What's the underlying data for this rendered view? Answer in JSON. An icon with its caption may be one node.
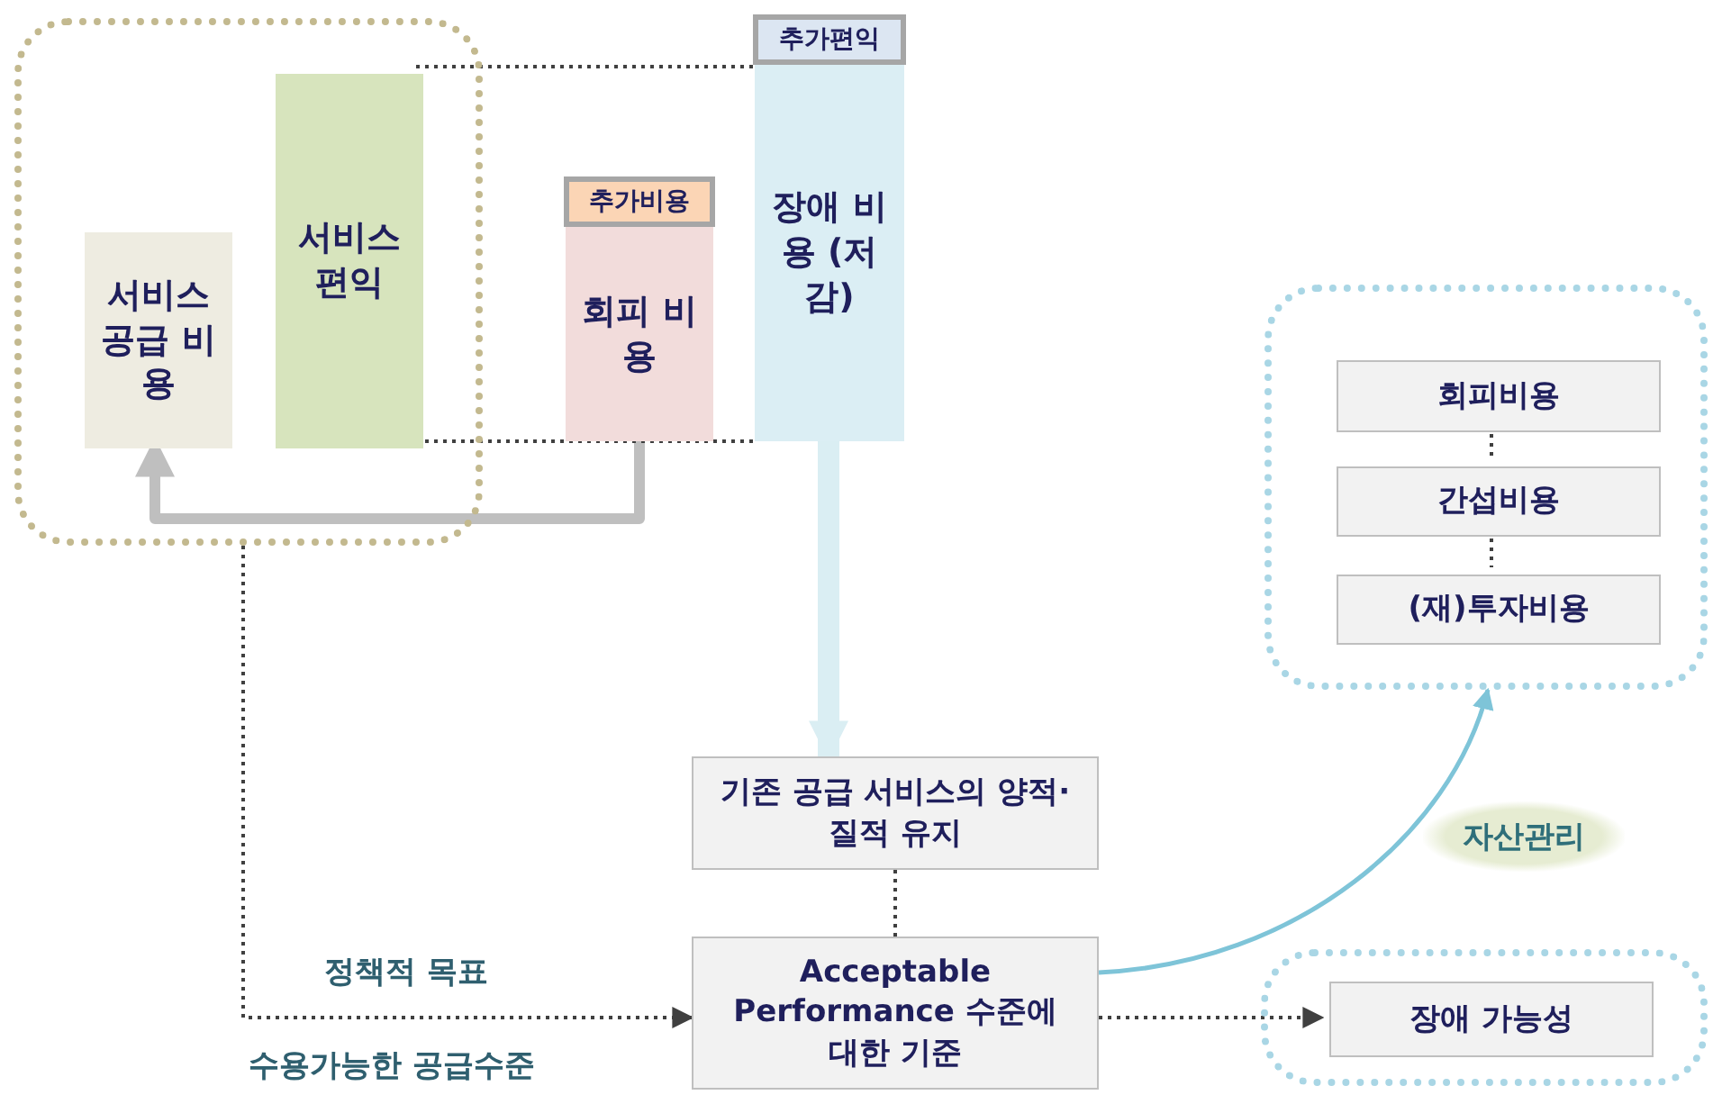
{
  "diagram": {
    "nodes": [
      {
        "text": [],
        "shape": "box"
      },
      {
        "text": [
          "서비스 공급 비용"
        ],
        "in": 0
      },
      {
        "text": [
          "서비스 편익"
        ],
        "in": 0
      },
      {
        "text": [
          "추가비용",
          "회피 비용"
        ]
      },
      {
        "text": [
          "추가편익",
          "장애 비용 (저감)"
        ]
      },
      {
        "text": [
          "기존 공급 서비스의 양적·질적 유지"
        ]
      },
      {
        "text": [
          "Acceptable Performance 수준에 대한 기준"
        ]
      },
      {
        "text": [],
        "shape": "box"
      },
      {
        "text": [
          "회피비용"
        ],
        "in": 7
      },
      {
        "text": [
          "간섭비용"
        ],
        "in": 7
      },
      {
        "text": [
          "(재)투자비용"
        ],
        "in": 7
      },
      {
        "text": [],
        "shape": "box"
      },
      {
        "text": [
          "장애 가능성"
        ],
        "in": 11
      }
    ],
    "edges": [
      {
        "from": 3,
        "to": 1,
        "arrow": "to",
        "style": "thick",
        "color": "#bfbfbf"
      },
      {
        "from": 4,
        "to": 5,
        "arrow": "to",
        "style": "thick",
        "color": "#daeef3"
      },
      {
        "from": 5,
        "to": 6,
        "arrow": "none",
        "style": "dashed"
      },
      {
        "from": 0,
        "to": 6,
        "arrow": "to",
        "style": "dashed"
      },
      {
        "from": 6,
        "to": 12,
        "arrow": "to",
        "style": "dashed"
      },
      {
        "from": 6,
        "to": 7,
        "arrow": "to",
        "label": "자산관리",
        "color": "#7ec4d8"
      },
      {
        "from": 8,
        "to": 9,
        "arrow": "none",
        "style": "dashed"
      },
      {
        "from": 9,
        "to": 10,
        "arrow": "none",
        "style": "dashed"
      },
      {
        "from": 2,
        "to": 4,
        "arrow": "none",
        "style": "dashed"
      },
      {
        "from": 2,
        "to": 4,
        "arrow": "none",
        "style": "dashed"
      }
    ],
    "labels": [
      "정책적 목표",
      "수용가능한 공급수준"
    ]
  }
}
